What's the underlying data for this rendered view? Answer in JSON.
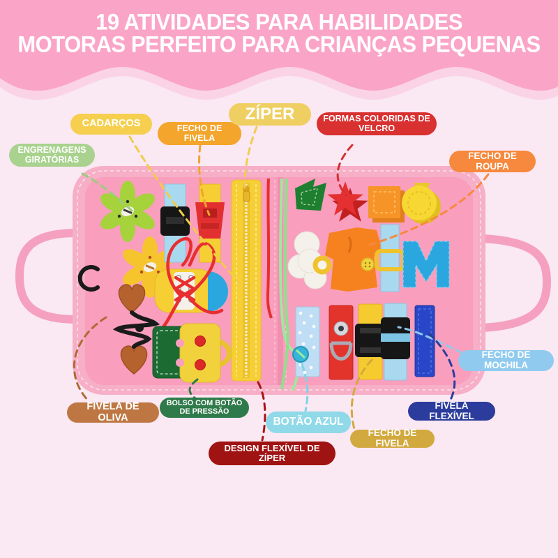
{
  "page": {
    "bg_color": "#FAE8F3"
  },
  "banner": {
    "title_line1": "19 ATIVIDADES PARA HABILIDADES",
    "title_line2": "MOTORAS PERFEITO PARA CRIANÇAS PEQUENAS",
    "bg_color": "#FAA5C7",
    "wave_shadow_color": "#FBD3E6",
    "text_color": "#FFFFFF"
  },
  "labels": {
    "engrenagens": {
      "text": "ENGRENAGENS GIRATÓRIAS",
      "color": "#A9D28E"
    },
    "cadarcos": {
      "text": "CADARÇOS",
      "color": "#F6CF4E"
    },
    "fecho_fivela_top": {
      "text": "FECHO DE FIVELA",
      "color": "#F3A52C"
    },
    "ziper": {
      "text": "ZÍPER",
      "color": "#EFCF62"
    },
    "formas_velcro": {
      "text": "FORMAS COLORIDAS DE VELCRO",
      "color": "#D93030"
    },
    "fecho_roupa": {
      "text": "FECHO DE ROUPA",
      "color": "#F6893D"
    },
    "fecho_mochila": {
      "text": "FECHO DE MOCHILA",
      "color": "#90CBEF"
    },
    "fivela_flexivel": {
      "text": "FIVELA FLEXÍVEL",
      "color": "#2C3C9C"
    },
    "fecho_fivela_bottom": {
      "text": "FECHO DE FIVELA",
      "color": "#D2A93E"
    },
    "botao_azul": {
      "text": "BOTÃO AZUL",
      "color": "#8FD9E8"
    },
    "design_ziper": {
      "text": "DESIGN FLEXÍVEL DE ZÍPER",
      "color": "#A01313"
    },
    "bolso": {
      "text": "BOLSO COM BOTÃO DE PRESSÃO",
      "color": "#2F7A4A"
    },
    "fivela_oliva": {
      "text": "FIVELA DE OLIVA",
      "color": "#BE7742"
    }
  },
  "board": {
    "base_color": "#F99EBD",
    "border_color": "#F6AFC6",
    "items": [
      "spinning-gears",
      "buckle-strap-blue",
      "buckle-strap-yellow-red",
      "long-zipper",
      "velcro-arrow",
      "velcro-star",
      "velcro-square",
      "velcro-medal",
      "clothing-fastener-shirt",
      "slide-adjuster-strap",
      "felt-letter-m",
      "heart-olive-toggle",
      "shoe-lacing",
      "snap-pocket",
      "blue-button-lace",
      "d-ring-snap-strap",
      "black-buckle-strap",
      "backpack-clasp-strap",
      "flexible-buckle-strip"
    ]
  }
}
